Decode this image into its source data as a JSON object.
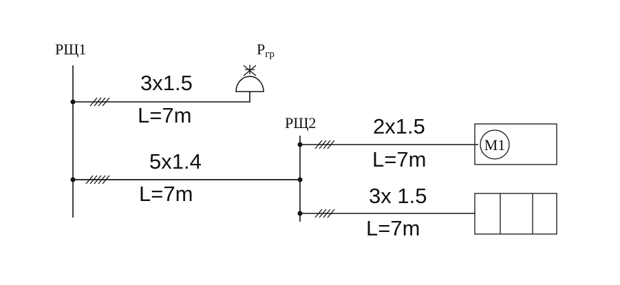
{
  "panels": {
    "main": {
      "label": "РЩ1"
    },
    "sub": {
      "label": "РЩ2"
    }
  },
  "loads": {
    "lamp": {
      "label_main": "Р",
      "label_sub": "гр"
    },
    "motor": {
      "label": "M1"
    }
  },
  "lines": {
    "lamp_feed": {
      "cable": "3x1.5",
      "length": "L=7m"
    },
    "sub_feed": {
      "cable": "5x1.4",
      "length": "L=7m"
    },
    "motor_feed": {
      "cable": "2x1.5",
      "length": "L=7m"
    },
    "box_feed": {
      "cable": "3x 1.5",
      "length": "L=7m"
    }
  }
}
